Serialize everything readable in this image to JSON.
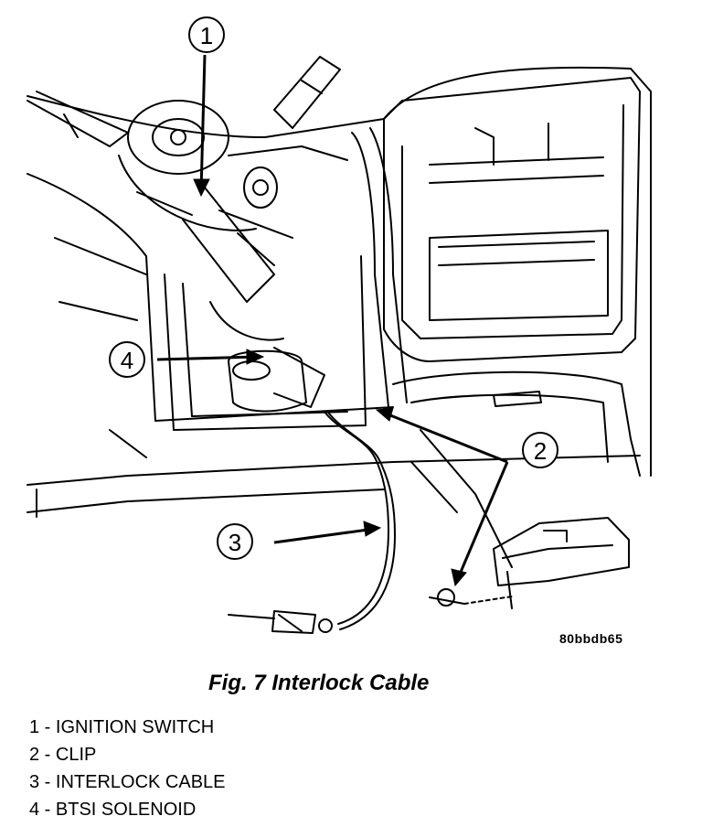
{
  "figure": {
    "reference_code": "80bbdb65",
    "caption": "Fig. 7 Interlock Cable"
  },
  "callouts": [
    {
      "number": "1"
    },
    {
      "number": "2"
    },
    {
      "number": "3"
    },
    {
      "number": "4"
    }
  ],
  "legend": [
    {
      "number": "1",
      "separator": " - ",
      "label": "IGNITION SWITCH"
    },
    {
      "number": "2",
      "separator": " - ",
      "label": "CLIP"
    },
    {
      "number": "3",
      "separator": " - ",
      "label": "INTERLOCK CABLE"
    },
    {
      "number": "4",
      "separator": " - ",
      "label": "BTSI SOLENOID"
    }
  ]
}
